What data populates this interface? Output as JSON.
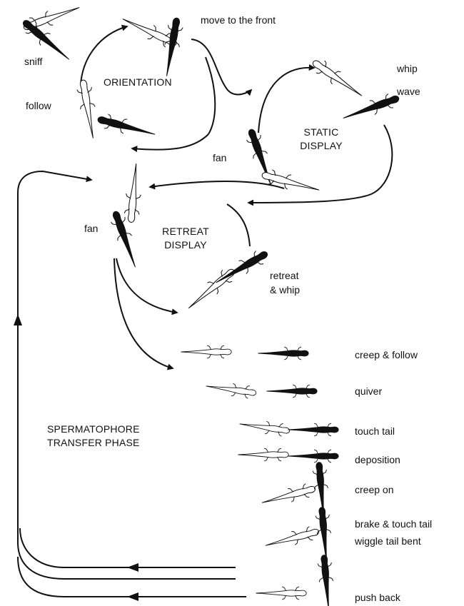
{
  "phases": {
    "orientation": "ORIENTATION",
    "static_display": [
      "STATIC",
      "DISPLAY"
    ],
    "retreat_display": [
      "RETREAT",
      "DISPLAY"
    ],
    "spermatophore_transfer": [
      "SPERMATOPHORE",
      "TRANSFER PHASE"
    ]
  },
  "behaviors": {
    "sniff": "sniff",
    "move_to_front": "move to the front",
    "follow": "follow",
    "whip": "whip",
    "wave": "wave",
    "fan_static": "fan",
    "fan_retreat": "fan",
    "retreat_whip": [
      "retreat",
      "& whip"
    ]
  },
  "transfer_steps": [
    "creep & follow",
    "quiver",
    "touch tail",
    "deposition",
    "creep on",
    "brake & touch tail",
    "wiggle tail bent",
    "push back"
  ],
  "colors": {
    "ink": "#111111",
    "male_fill": "#111111",
    "female_fill": "#ffffff"
  }
}
